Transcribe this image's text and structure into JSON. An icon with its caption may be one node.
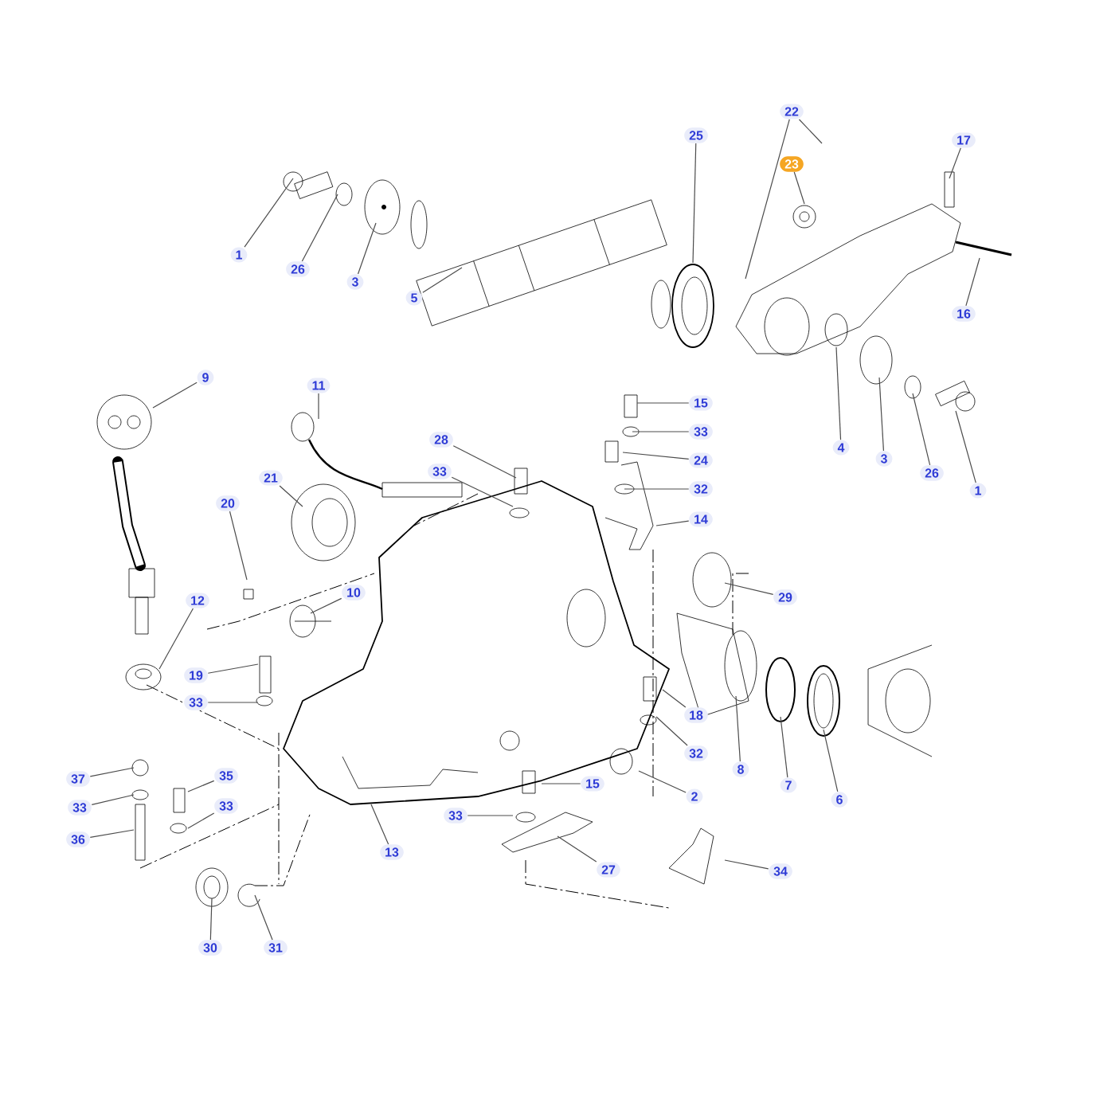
{
  "diagram": {
    "nodes": [
      {
        "text": [
          "22"
        ]
      },
      {
        "text": [
          "17"
        ]
      },
      {
        "text": [
          "25"
        ]
      },
      {
        "text": [
          "23"
        ]
      },
      {
        "text": [
          "1"
        ]
      },
      {
        "text": [
          "26"
        ]
      },
      {
        "text": [
          "3"
        ]
      },
      {
        "text": [
          "5"
        ]
      },
      {
        "text": [
          "16"
        ]
      },
      {
        "text": [
          "9"
        ]
      },
      {
        "text": [
          "11"
        ]
      },
      {
        "text": [
          "15"
        ]
      },
      {
        "text": [
          "33"
        ]
      },
      {
        "text": [
          "4"
        ]
      },
      {
        "text": [
          "3"
        ]
      },
      {
        "text": [
          "26"
        ]
      },
      {
        "text": [
          "1"
        ]
      },
      {
        "text": [
          "24"
        ]
      },
      {
        "text": [
          "28"
        ]
      },
      {
        "text": [
          "33"
        ]
      },
      {
        "text": [
          "21"
        ]
      },
      {
        "text": [
          "32"
        ]
      },
      {
        "text": [
          "20"
        ]
      },
      {
        "text": [
          "14"
        ]
      },
      {
        "text": [
          "10"
        ]
      },
      {
        "text": [
          "29"
        ]
      },
      {
        "text": [
          "12"
        ]
      },
      {
        "text": [
          "19"
        ]
      },
      {
        "text": [
          "33"
        ]
      },
      {
        "text": [
          "18"
        ]
      },
      {
        "text": [
          "8"
        ]
      },
      {
        "text": [
          "32"
        ]
      },
      {
        "text": [
          "7"
        ]
      },
      {
        "text": [
          "6"
        ]
      },
      {
        "text": [
          "2"
        ]
      },
      {
        "text": [
          "37"
        ]
      },
      {
        "text": [
          "35"
        ]
      },
      {
        "text": [
          "15"
        ]
      },
      {
        "text": [
          "33"
        ]
      },
      {
        "text": [
          "33"
        ]
      },
      {
        "text": [
          "36"
        ]
      },
      {
        "text": [
          "13"
        ]
      },
      {
        "text": [
          "33"
        ]
      },
      {
        "text": [
          "27"
        ]
      },
      {
        "text": [
          "34"
        ]
      },
      {
        "text": [
          "30"
        ]
      },
      {
        "text": [
          "31"
        ]
      }
    ],
    "edges": [
      {
        "from": 0,
        "to": null,
        "arrow": "none"
      },
      {
        "from": 1,
        "to": null,
        "arrow": "none"
      },
      {
        "from": 2,
        "to": null,
        "arrow": "none"
      },
      {
        "from": 3,
        "to": null,
        "arrow": "none"
      },
      {
        "from": 4,
        "to": null,
        "arrow": "none"
      },
      {
        "from": 5,
        "to": null,
        "arrow": "none"
      },
      {
        "from": 6,
        "to": null,
        "arrow": "none"
      },
      {
        "from": 7,
        "to": null,
        "arrow": "none"
      },
      {
        "from": 8,
        "to": null,
        "arrow": "none"
      },
      {
        "from": 9,
        "to": null,
        "arrow": "none"
      },
      {
        "from": 10,
        "to": null,
        "arrow": "none"
      },
      {
        "from": 11,
        "to": null,
        "arrow": "none"
      },
      {
        "from": 12,
        "to": null,
        "arrow": "none"
      },
      {
        "from": 13,
        "to": null,
        "arrow": "none"
      },
      {
        "from": 14,
        "to": null,
        "arrow": "none"
      },
      {
        "from": 15,
        "to": null,
        "arrow": "none"
      },
      {
        "from": 16,
        "to": null,
        "arrow": "none"
      },
      {
        "from": 17,
        "to": null,
        "arrow": "none"
      },
      {
        "from": 18,
        "to": null,
        "arrow": "none"
      },
      {
        "from": 19,
        "to": null,
        "arrow": "none"
      },
      {
        "from": 20,
        "to": null,
        "arrow": "none"
      },
      {
        "from": 21,
        "to": null,
        "arrow": "none"
      },
      {
        "from": 22,
        "to": null,
        "arrow": "none"
      },
      {
        "from": 23,
        "to": null,
        "arrow": "none"
      },
      {
        "from": 24,
        "to": null,
        "arrow": "none"
      },
      {
        "from": 25,
        "to": null,
        "arrow": "none"
      },
      {
        "from": 26,
        "to": null,
        "arrow": "none"
      },
      {
        "from": 27,
        "to": null,
        "arrow": "none"
      },
      {
        "from": 28,
        "to": null,
        "arrow": "none"
      },
      {
        "from": 29,
        "to": null,
        "arrow": "none"
      },
      {
        "from": 30,
        "to": null,
        "arrow": "none"
      },
      {
        "from": 31,
        "to": null,
        "arrow": "none"
      },
      {
        "from": 32,
        "to": null,
        "arrow": "none"
      },
      {
        "from": 33,
        "to": null,
        "arrow": "none"
      },
      {
        "from": 34,
        "to": null,
        "arrow": "none"
      },
      {
        "from": 35,
        "to": null,
        "arrow": "none"
      },
      {
        "from": 36,
        "to": null,
        "arrow": "none"
      },
      {
        "from": 37,
        "to": null,
        "arrow": "none"
      },
      {
        "from": 38,
        "to": null,
        "arrow": "none"
      },
      {
        "from": 39,
        "to": null,
        "arrow": "none"
      },
      {
        "from": 40,
        "to": null,
        "arrow": "none"
      },
      {
        "from": 41,
        "to": null,
        "arrow": "none"
      },
      {
        "from": 42,
        "to": null,
        "arrow": "none"
      },
      {
        "from": 43,
        "to": null,
        "arrow": "none"
      },
      {
        "from": 44,
        "to": null,
        "arrow": "none"
      },
      {
        "from": 45,
        "to": null,
        "arrow": "none"
      },
      {
        "from": 46,
        "to": null,
        "arrow": "none"
      },
      {
        "from": 0,
        "to": null,
        "arrow": "none"
      }
    ]
  }
}
